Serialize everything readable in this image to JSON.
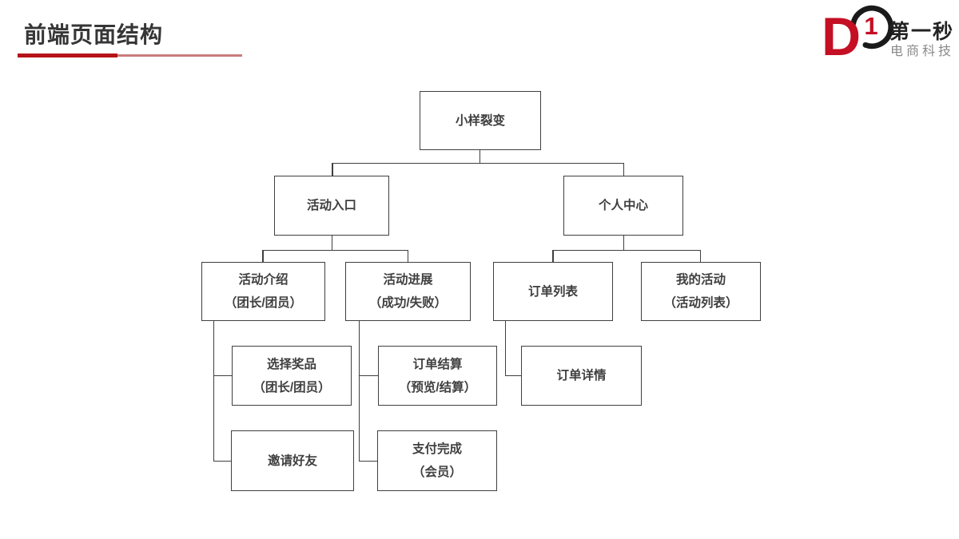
{
  "title": "前端页面结构",
  "logo": {
    "d": "D",
    "one": "1",
    "brand": "第一秒",
    "brand_sub": "电商科技"
  },
  "colors": {
    "accent_red": "#b51318",
    "accent_red_light": "#c97c7c",
    "logo_red": "#c40f24",
    "box_border": "#3f3f3f",
    "text": "#3f3f3f"
  },
  "nodes": {
    "root": {
      "label": "小样裂变"
    },
    "activity_entry": {
      "label": "活动入口"
    },
    "personal_center": {
      "label": "个人中心"
    },
    "activity_intro": {
      "line1": "活动介绍",
      "line2": "（团长/团员）"
    },
    "activity_progress": {
      "line1": "活动进展",
      "line2": "（成功/失败）"
    },
    "order_list": {
      "label": "订单列表"
    },
    "my_activities": {
      "line1": "我的活动",
      "line2": "（活动列表）"
    },
    "select_prize": {
      "line1": "选择奖品",
      "line2": "（团长/团员）"
    },
    "order_settlement": {
      "line1": "订单结算",
      "line2": "（预览/结算）"
    },
    "order_detail": {
      "label": "订单详情"
    },
    "invite_friends": {
      "label": "邀请好友"
    },
    "payment_complete": {
      "line1": "支付完成",
      "line2": "（会员）"
    }
  },
  "structure": {
    "edges": [
      [
        "小样裂变",
        "活动入口"
      ],
      [
        "小样裂变",
        "个人中心"
      ],
      [
        "活动入口",
        "活动介绍（团长/团员）"
      ],
      [
        "活动入口",
        "活动进展（成功/失败）"
      ],
      [
        "个人中心",
        "订单列表"
      ],
      [
        "个人中心",
        "我的活动（活动列表）"
      ],
      [
        "活动介绍（团长/团员）",
        "选择奖品（团长/团员）"
      ],
      [
        "活动介绍（团长/团员）",
        "邀请好友"
      ],
      [
        "活动进展（成功/失败）",
        "订单结算（预览/结算）"
      ],
      [
        "活动进展（成功/失败）",
        "支付完成（会员）"
      ],
      [
        "订单列表",
        "订单详情"
      ]
    ]
  }
}
